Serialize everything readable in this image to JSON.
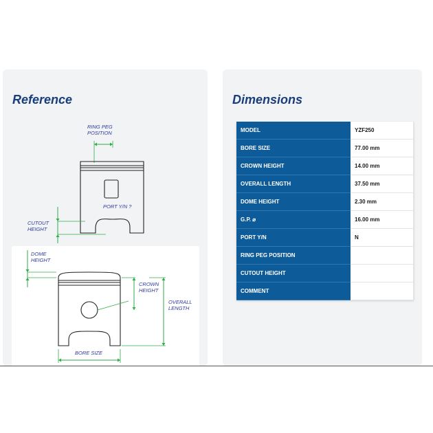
{
  "reference": {
    "title": "Reference",
    "top_diagram": {
      "ring_peg_line1": "RING PEG",
      "ring_peg_line2": "POSITION",
      "port_label": "PORT Y/N ?",
      "cutout_line1": "CUTOUT",
      "cutout_line2": "HEIGHT"
    },
    "bottom_diagram": {
      "dome_line1": "DOME",
      "dome_line2": "HEIGHT",
      "crown_line1": "CROWN",
      "crown_line2": "HEIGHT",
      "overall_line1": "OVERALL",
      "overall_line2": "LENGTH",
      "bore_size": "BORE SIZE"
    }
  },
  "dimensions": {
    "title": "Dimensions",
    "rows": [
      {
        "label": "MODEL",
        "value": "YZF250"
      },
      {
        "label": "BORE SIZE",
        "value": "77.00 mm"
      },
      {
        "label": "CROWN HEIGHT",
        "value": "14.00 mm"
      },
      {
        "label": "OVERALL LENGTH",
        "value": "37.50 mm"
      },
      {
        "label": "DOME HEIGHT",
        "value": "2.30 mm"
      },
      {
        "label": "G.P. ⌀",
        "value": "16.00 mm"
      },
      {
        "label": "PORT Y/N",
        "value": "N"
      },
      {
        "label": "RING PEG POSITION",
        "value": ""
      },
      {
        "label": "CUTOUT HEIGHT",
        "value": ""
      },
      {
        "label": "COMMENT",
        "value": ""
      }
    ]
  },
  "colors": {
    "title": "#1a3d7c",
    "table_header": "#0e5b9a",
    "dimension_line": "#2fae49",
    "label": "#2f3aa0"
  }
}
